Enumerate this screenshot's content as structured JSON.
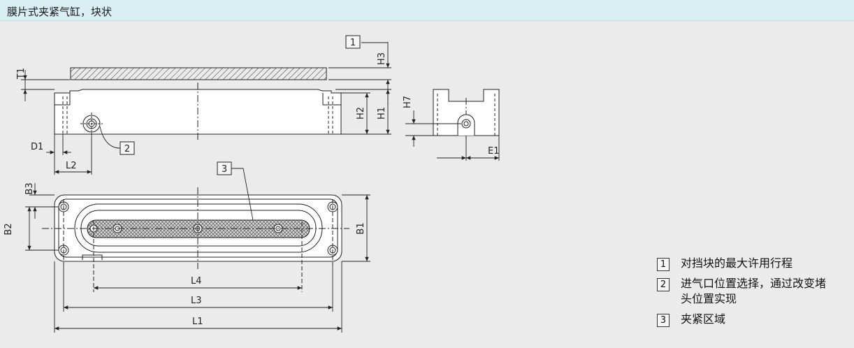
{
  "title": "膜片式夹紧气缸，块状",
  "callouts": [
    "1",
    "2",
    "3"
  ],
  "dimensions": {
    "T1": "T1",
    "H3": "H3",
    "H2": "H2",
    "H1": "H1",
    "H7": "H7",
    "D1": "D1",
    "L2": "L2",
    "E1": "E1",
    "B3": "B3",
    "B2": "B2",
    "B1": "B1",
    "L4": "L4",
    "L3": "L3",
    "L1": "L1"
  },
  "legend": [
    {
      "num": "1",
      "text": "对挡块的最大许用行程"
    },
    {
      "num": "2",
      "text": "进气口位置选择，通过改变堵头位置实现"
    },
    {
      "num": "3",
      "text": "夹紧区域"
    }
  ],
  "colors": {
    "title_bg": "#d9eff4",
    "page_bg": "#ebebeb",
    "part_fill": "#ffffff",
    "line": "#222222"
  }
}
